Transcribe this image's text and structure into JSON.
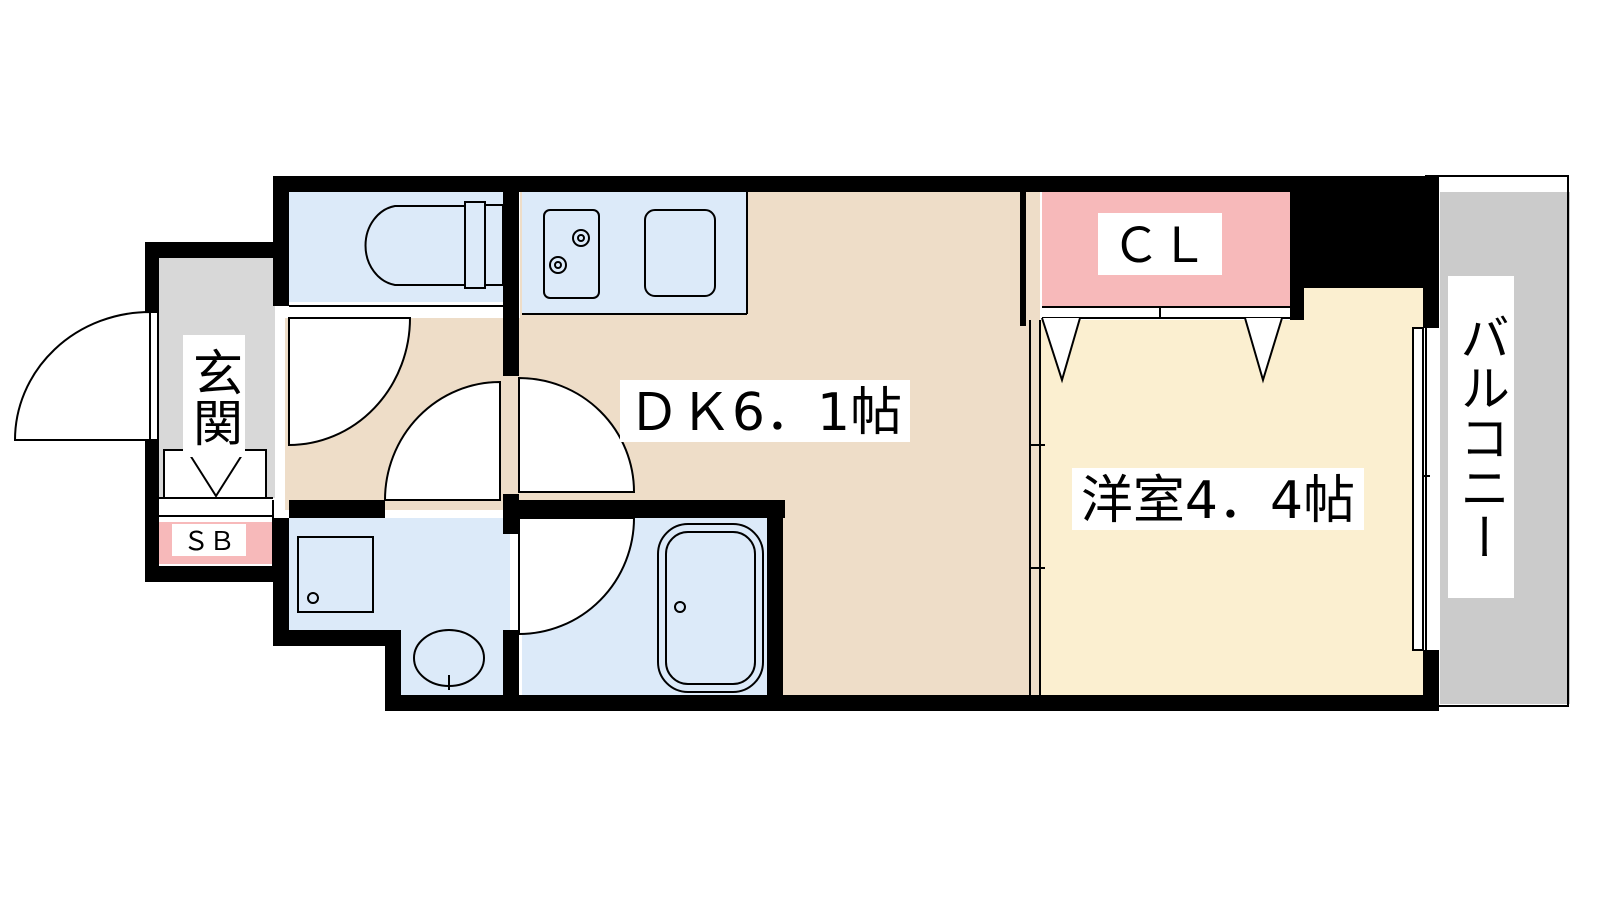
{
  "floorplan": {
    "rooms": {
      "entrance": "玄関",
      "shoe_box": "ＳＢ",
      "dining_kitchen": "ＤＫ6．1帖",
      "closet": "ＣＬ",
      "western_room": "洋室4．4帖",
      "balcony": "バルコニー"
    },
    "colors": {
      "wall": "#000000",
      "dining_kitchen_floor": "#eeddc8",
      "western_room_floor": "#fbefd0",
      "wet_area_floor": "#dceaf9",
      "closet_fill": "#f7b9ba",
      "balcony_fill": "#cbcbcb",
      "entrance_fill": "#d8d8d8"
    }
  }
}
